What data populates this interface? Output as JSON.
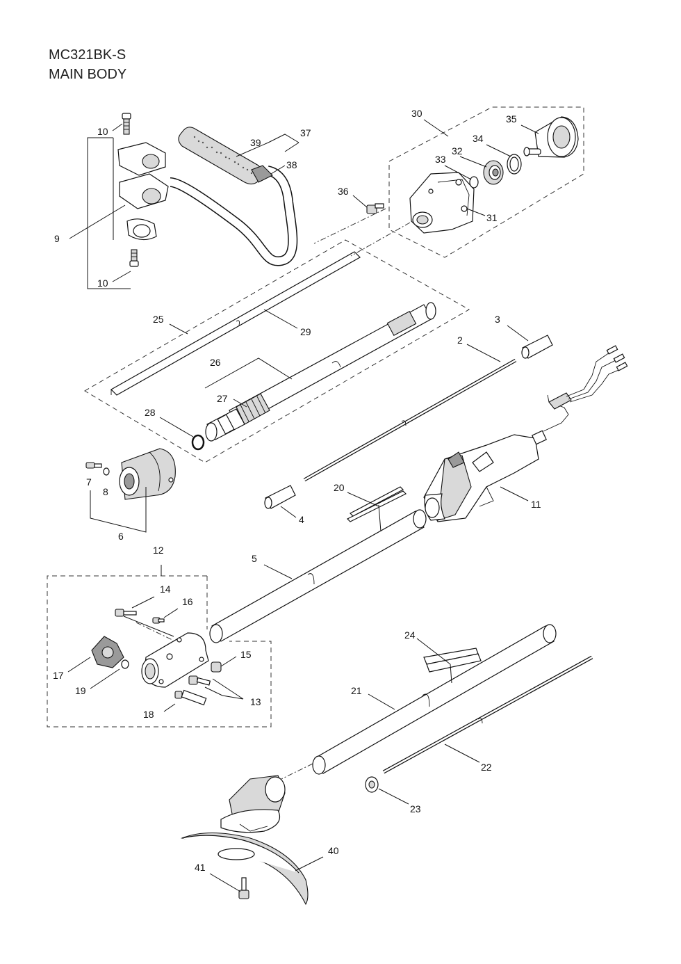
{
  "header": {
    "model": "MC321BK-S",
    "section": "MAIN BODY"
  },
  "callouts": {
    "c2": "2",
    "c3": "3",
    "c4": "4",
    "c5": "5",
    "c6": "6",
    "c7": "7",
    "c8": "8",
    "c9": "9",
    "c10a": "10",
    "c10b": "10",
    "c11": "11",
    "c12": "12",
    "c13": "13",
    "c14": "14",
    "c15": "15",
    "c16": "16",
    "c17": "17",
    "c18": "18",
    "c19": "19",
    "c20": "20",
    "c21": "21",
    "c22": "22",
    "c23": "23",
    "c24": "24",
    "c25": "25",
    "c26": "26",
    "c27": "27",
    "c28": "28",
    "c29": "29",
    "c30": "30",
    "c31": "31",
    "c32": "32",
    "c33": "33",
    "c34": "34",
    "c35": "35",
    "c36": "36",
    "c37": "37",
    "c38": "38",
    "c39": "39",
    "c40": "40",
    "c41": "41"
  },
  "colors": {
    "line": "#111111",
    "shade": "#d9d9d9",
    "dark": "#9a9a9a"
  }
}
